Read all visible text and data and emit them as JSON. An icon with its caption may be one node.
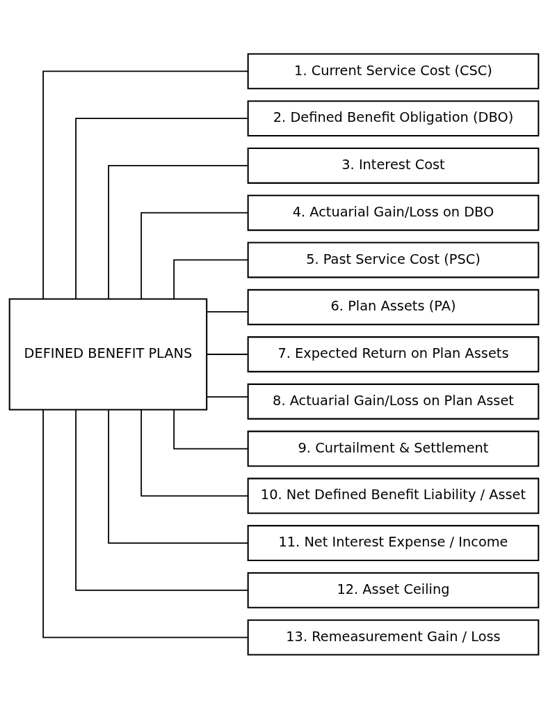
{
  "diagram": {
    "nodes": [
      {
        "text": [
          "DEFINED BENEFIT PLANS"
        ]
      },
      {
        "text": [
          "1. Current Service Cost (CSC)"
        ]
      },
      {
        "text": [
          "2. Defined Benefit Obligation (DBO)"
        ]
      },
      {
        "text": [
          "3. Interest Cost"
        ]
      },
      {
        "text": [
          "4. Actuarial Gain/Loss on DBO"
        ]
      },
      {
        "text": [
          "5. Past Service Cost (PSC)"
        ]
      },
      {
        "text": [
          "6. Plan Assets (PA)"
        ]
      },
      {
        "text": [
          "7. Expected Return on Plan Assets"
        ]
      },
      {
        "text": [
          "8. Actuarial Gain/Loss on Plan Asset"
        ]
      },
      {
        "text": [
          "9. Curtailment & Settlement"
        ]
      },
      {
        "text": [
          "10. Net Defined Benefit Liability / Asset"
        ]
      },
      {
        "text": [
          "11. Net Interest Expense / Income"
        ]
      },
      {
        "text": [
          "12. Asset Ceiling"
        ]
      },
      {
        "text": [
          "13. Remeasurement Gain / Loss"
        ]
      }
    ],
    "edges": [
      {
        "from": 0,
        "to": 1,
        "arrow": "none"
      },
      {
        "from": 0,
        "to": 2,
        "arrow": "none"
      },
      {
        "from": 0,
        "to": 3,
        "arrow": "none"
      },
      {
        "from": 0,
        "to": 4,
        "arrow": "none"
      },
      {
        "from": 0,
        "to": 5,
        "arrow": "none"
      },
      {
        "from": 0,
        "to": 6,
        "arrow": "none"
      },
      {
        "from": 0,
        "to": 7,
        "arrow": "none"
      },
      {
        "from": 0,
        "to": 8,
        "arrow": "none"
      },
      {
        "from": 0,
        "to": 9,
        "arrow": "none"
      },
      {
        "from": 0,
        "to": 10,
        "arrow": "none"
      },
      {
        "from": 0,
        "to": 11,
        "arrow": "none"
      },
      {
        "from": 0,
        "to": 12,
        "arrow": "none"
      },
      {
        "from": 0,
        "to": 13,
        "arrow": "none"
      }
    ]
  }
}
